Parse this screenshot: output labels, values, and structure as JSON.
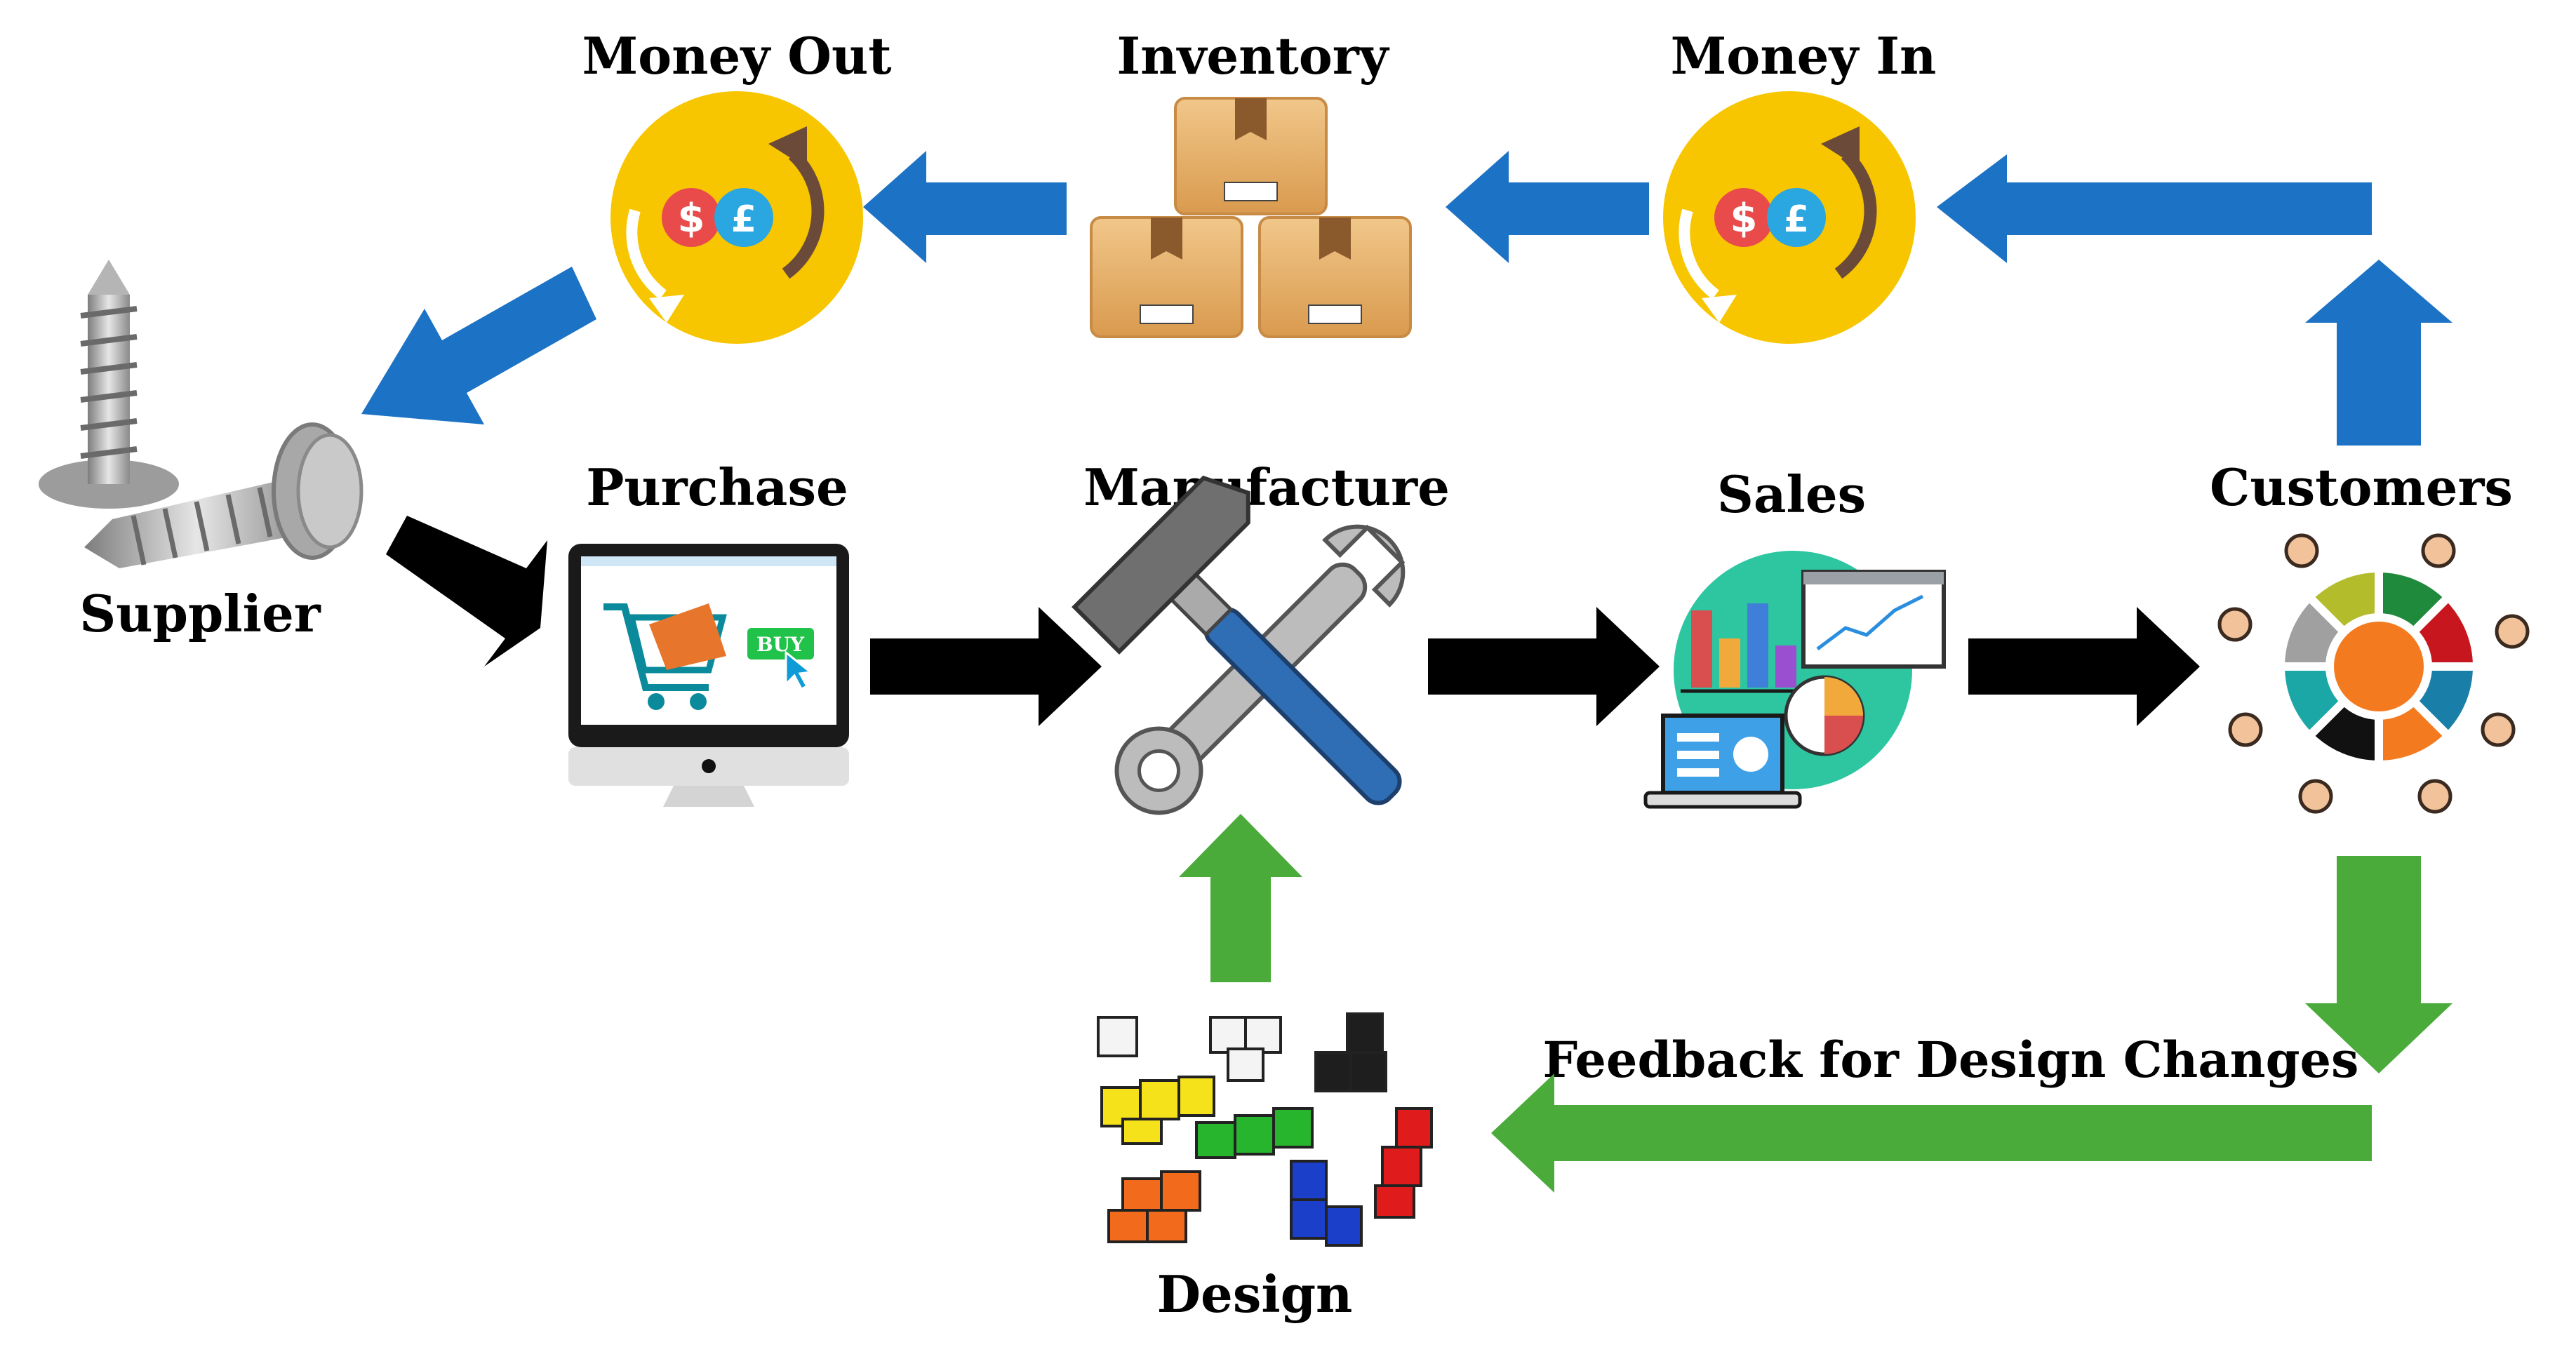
{
  "labels": {
    "money_out": "Money Out",
    "inventory": "Inventory",
    "money_in": "Money In",
    "supplier": "Supplier",
    "purchase": "Purchase",
    "manufacture": "Manufacture",
    "sales": "Sales",
    "customers": "Customers",
    "feedback": "Feedback for Design Changes",
    "design": "Design"
  },
  "purchase_screen": {
    "buy_button": "BUY"
  },
  "currency_symbols": {
    "dollar": "$",
    "pound": "£"
  },
  "colors": {
    "blue_arrow": "#1c72c4",
    "black_arrow": "#000000",
    "green_arrow": "#4aab3a",
    "coin_yellow": "#f7c600",
    "box_tan": "#e2a85c"
  },
  "icons": {
    "money_out": "coin-exchange-icon",
    "inventory": "stacked-boxes-icon",
    "money_in": "coin-exchange-icon",
    "supplier": "screws-icon",
    "purchase": "shopping-cart-monitor-icon",
    "manufacture": "wrench-hammer-icon",
    "sales": "analytics-dashboard-icon",
    "customers": "people-circle-icon",
    "design": "building-blocks-icon"
  }
}
